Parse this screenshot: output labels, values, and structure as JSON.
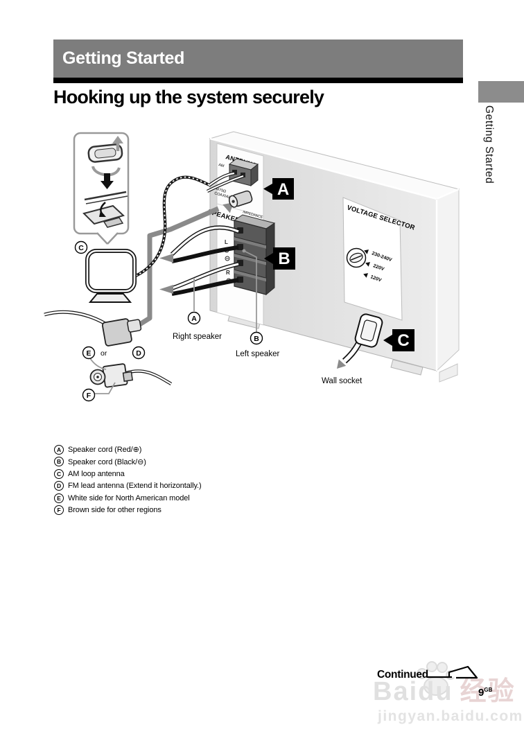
{
  "page": {
    "section_header": "Getting Started",
    "title": "Hooking up the system securely",
    "sidebar_tab": "Getting Started"
  },
  "diagram": {
    "antenna_label": "ANTENNA",
    "am_label": "AM",
    "fm_line1": "FM75Ω",
    "fm_line2": "COAXIAL",
    "speaker_label": "SPEAKER",
    "impedance_line1": "IMPEDANCE",
    "impedance_line2": "USE 8-16Ω",
    "terminal_l": "L",
    "terminal_r": "R",
    "voltage_selector_label": "VOLTAGE SELECTOR",
    "voltages": [
      "230-240V",
      "220V",
      "120V"
    ],
    "callouts": {
      "a": "A",
      "b": "B",
      "c": "C"
    },
    "right_speaker": "Right speaker",
    "left_speaker": "Left speaker",
    "wall_socket": "Wall socket",
    "or_label": "or"
  },
  "legend": {
    "items": [
      {
        "letter": "A",
        "text": "Speaker cord (Red/⊕)"
      },
      {
        "letter": "B",
        "text": "Speaker cord (Black/⊖)"
      },
      {
        "letter": "C",
        "text": "AM loop antenna"
      },
      {
        "letter": "D",
        "text": "FM lead antenna (Extend it horizontally.)"
      },
      {
        "letter": "E",
        "text": "White side for North American model"
      },
      {
        "letter": "F",
        "text": "Brown side for other regions"
      }
    ]
  },
  "footer": {
    "continued": "Continued",
    "page_number": "9",
    "page_region": "GB"
  },
  "watermark": {
    "brand": "Baidu",
    "brand_cjk": "经验",
    "url": "jingyan.baidu.com"
  },
  "colors": {
    "header_bar": "#7d7d7d",
    "sidebar_tab": "#8c8c8c",
    "callout_bg": "#000000",
    "callout_text": "#ffffff",
    "unit_face": "#dcdcdc",
    "leader_gray": "#8a8a8a",
    "watermark_gray": "#e0e0e0",
    "watermark_pink": "#e8d4d4"
  }
}
